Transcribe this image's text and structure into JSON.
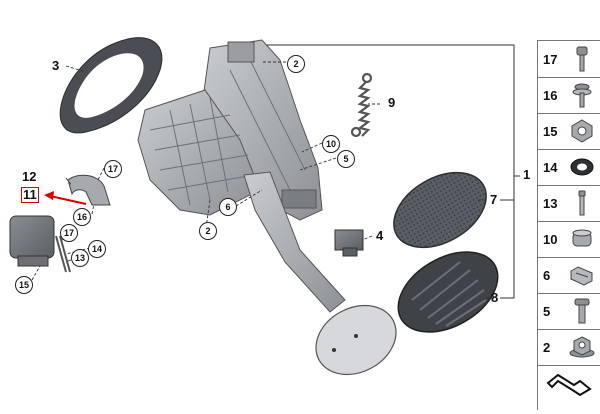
{
  "diagram": {
    "callouts": [
      {
        "id": "c3",
        "label": "3"
      },
      {
        "id": "c9",
        "label": "9"
      },
      {
        "id": "c1",
        "label": "1"
      },
      {
        "id": "c7",
        "label": "7"
      },
      {
        "id": "c8",
        "label": "8"
      },
      {
        "id": "c4",
        "label": "4"
      },
      {
        "id": "c12",
        "label": "12"
      },
      {
        "id": "c11",
        "label": "11",
        "highlighted": true
      }
    ],
    "circled_callouts": [
      {
        "id": "k2a",
        "label": "2"
      },
      {
        "id": "k10",
        "label": "10"
      },
      {
        "id": "k5",
        "label": "5"
      },
      {
        "id": "k6",
        "label": "6"
      },
      {
        "id": "k2b",
        "label": "2"
      },
      {
        "id": "k17a",
        "label": "17"
      },
      {
        "id": "k16",
        "label": "16"
      },
      {
        "id": "k17b",
        "label": "17"
      },
      {
        "id": "k14",
        "label": "14"
      },
      {
        "id": "k13",
        "label": "13"
      },
      {
        "id": "k15",
        "label": "15"
      }
    ],
    "highlight_color": "#e00000"
  },
  "legend": {
    "rows": [
      {
        "label": "17",
        "icon": "bolt-icon"
      },
      {
        "label": "16",
        "icon": "screw-washer-icon"
      },
      {
        "label": "15",
        "icon": "hex-nut-icon"
      },
      {
        "label": "14",
        "icon": "grommet-icon"
      },
      {
        "label": "13",
        "icon": "pin-icon"
      },
      {
        "label": "10",
        "icon": "bushing-icon"
      },
      {
        "label": "6",
        "icon": "spring-clip-icon"
      },
      {
        "label": "5",
        "icon": "bolt-icon"
      },
      {
        "label": "2",
        "icon": "flange-nut-icon"
      },
      {
        "label": "",
        "icon": "gasket-shape-icon"
      }
    ]
  }
}
